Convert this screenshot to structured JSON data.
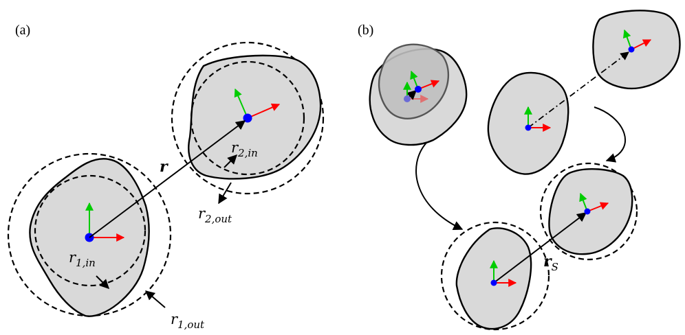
{
  "panels": {
    "a": {
      "label": "(a)"
    },
    "b": {
      "label": "(b)"
    }
  },
  "labels": {
    "r_vector": "r",
    "r1_in": {
      "base": "r",
      "sub": "1,in"
    },
    "r1_out": {
      "base": "r",
      "sub": "1,out"
    },
    "r2_in": {
      "base": "r",
      "sub": "2,in"
    },
    "r2_out": {
      "base": "r",
      "sub": "2,out"
    },
    "r_s": {
      "base": "r",
      "sub": "S"
    }
  },
  "colors": {
    "shape_fill": "#d9d9d9",
    "center_dot": "#0000ff",
    "x_axis": "#ff0000",
    "y_axis": "#00cc00",
    "outline": "#000000"
  }
}
